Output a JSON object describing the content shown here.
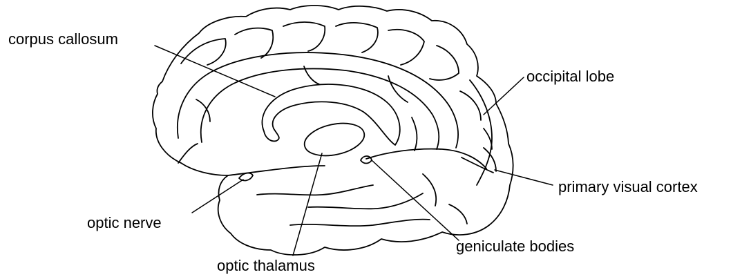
{
  "diagram": {
    "labels": {
      "corpus_callosum": "corpus callosum",
      "occipital_lobe": "occipital lobe",
      "primary_visual_cortex": "primary visual cortex",
      "optic_nerve": "optic nerve",
      "geniculate_bodies": "geniculate bodies",
      "optic_thalamus": "optic thalamus"
    },
    "line_color": "#000000",
    "background_color": "#ffffff"
  }
}
